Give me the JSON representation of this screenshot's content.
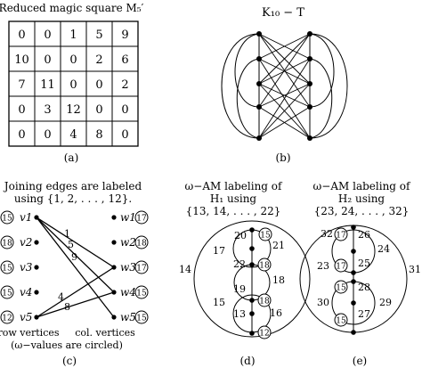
{
  "panel_a": {
    "title": "Reduced magic square M₅′",
    "grid": [
      [
        "0",
        "0",
        "1",
        "5",
        "9"
      ],
      [
        "10",
        "0",
        "0",
        "2",
        "6"
      ],
      [
        "7",
        "11",
        "0",
        "0",
        "2"
      ],
      [
        "0",
        "3",
        "12",
        "0",
        "0"
      ],
      [
        "0",
        "0",
        "4",
        "8",
        "0"
      ]
    ],
    "caption": "(a)"
  },
  "panel_b": {
    "title": "K₁₀ − T",
    "caption": "(b)"
  },
  "panel_c": {
    "heading_line1": "Joining edges are labeled",
    "heading_line2": "using {1, 2, . . . , 12}.",
    "row_vertices": [
      "v1",
      "v2",
      "v3",
      "v4",
      "v5"
    ],
    "row_omega": [
      "15",
      "18",
      "15",
      "15",
      "12"
    ],
    "col_vertices": [
      "w1",
      "w2",
      "w3",
      "w4",
      "w5"
    ],
    "col_omega": [
      "17",
      "18",
      "17",
      "15",
      "15"
    ],
    "edge_labels": [
      "1",
      "5",
      "9",
      "4",
      "8"
    ],
    "foot_left": "row vertices",
    "foot_right": "col. vertices",
    "foot_note": "(ω−values are circled)",
    "caption": "(c)"
  },
  "panel_d": {
    "heading_line1": "ω−AM labeling of",
    "heading_line2": "H₁ using",
    "heading_line3": "{13, 14, . . . , 22}",
    "edge_labels": [
      "20",
      "21",
      "17",
      "22",
      "18",
      "14",
      "19",
      "15",
      "13",
      "16"
    ],
    "circled": [
      "15",
      "18",
      "18",
      "12"
    ],
    "caption": "(d)"
  },
  "panel_e": {
    "heading_line1": "ω−AM labeling of",
    "heading_line2": "H₂ using",
    "heading_line3": "{23, 24, . . . , 32}",
    "edge_labels": [
      "32",
      "26",
      "24",
      "25",
      "23",
      "28",
      "31",
      "30",
      "29",
      "27"
    ],
    "circled": [
      "17",
      "17",
      "15",
      "15"
    ],
    "caption": "(e)"
  }
}
